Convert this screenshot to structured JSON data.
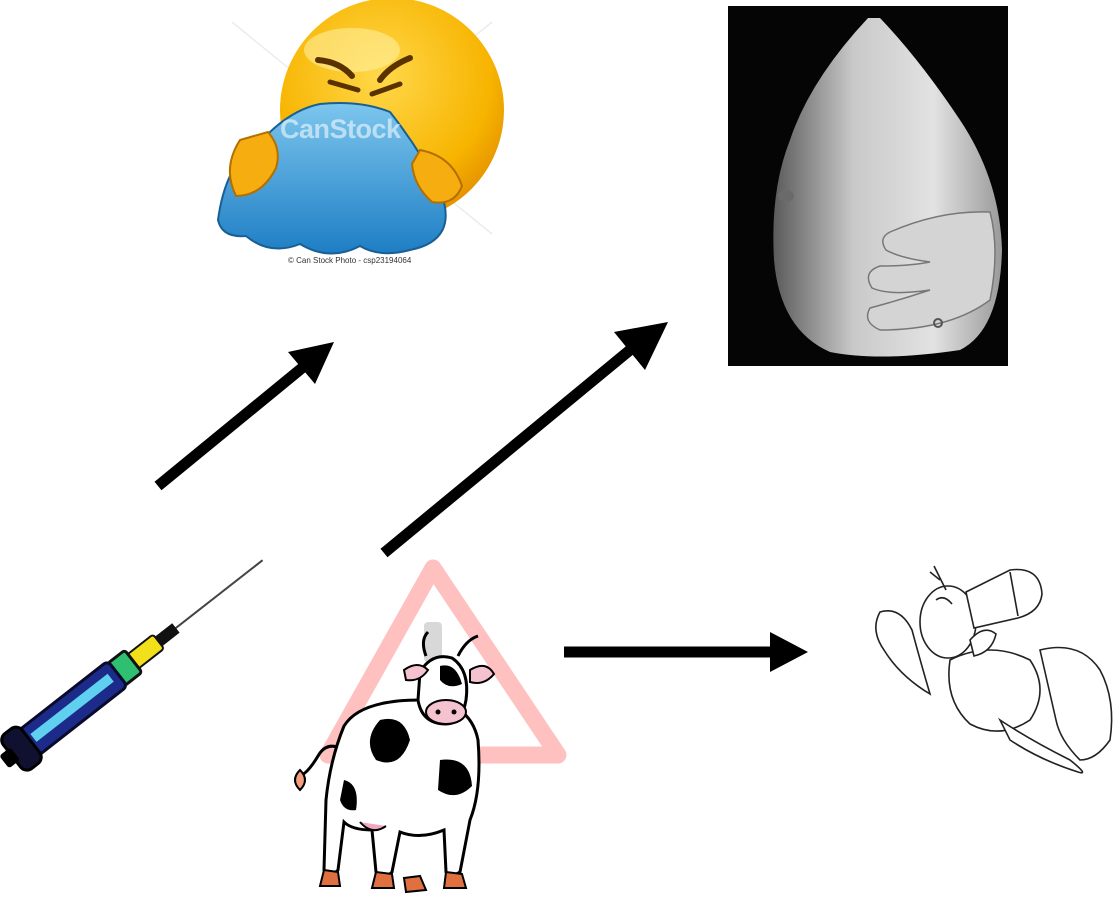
{
  "watermark": {
    "text": "CanStock"
  },
  "credit": {
    "text": "© Can Stock Photo - csp23194064"
  },
  "arrows": [
    "syringe-to-sick",
    "syringe-to-pregnant",
    "cow-to-baby"
  ],
  "icons": [
    "sneezing-emoji-icon",
    "pregnant-belly-photo",
    "syringe-icon",
    "warning-triangle-icon",
    "cow-icon",
    "baby-with-bottle-icon"
  ],
  "colors": {
    "arrow": "#000000",
    "warning": "#ffb3b3",
    "tissue": "#2f8fd0",
    "emoji": "#f5b000"
  }
}
